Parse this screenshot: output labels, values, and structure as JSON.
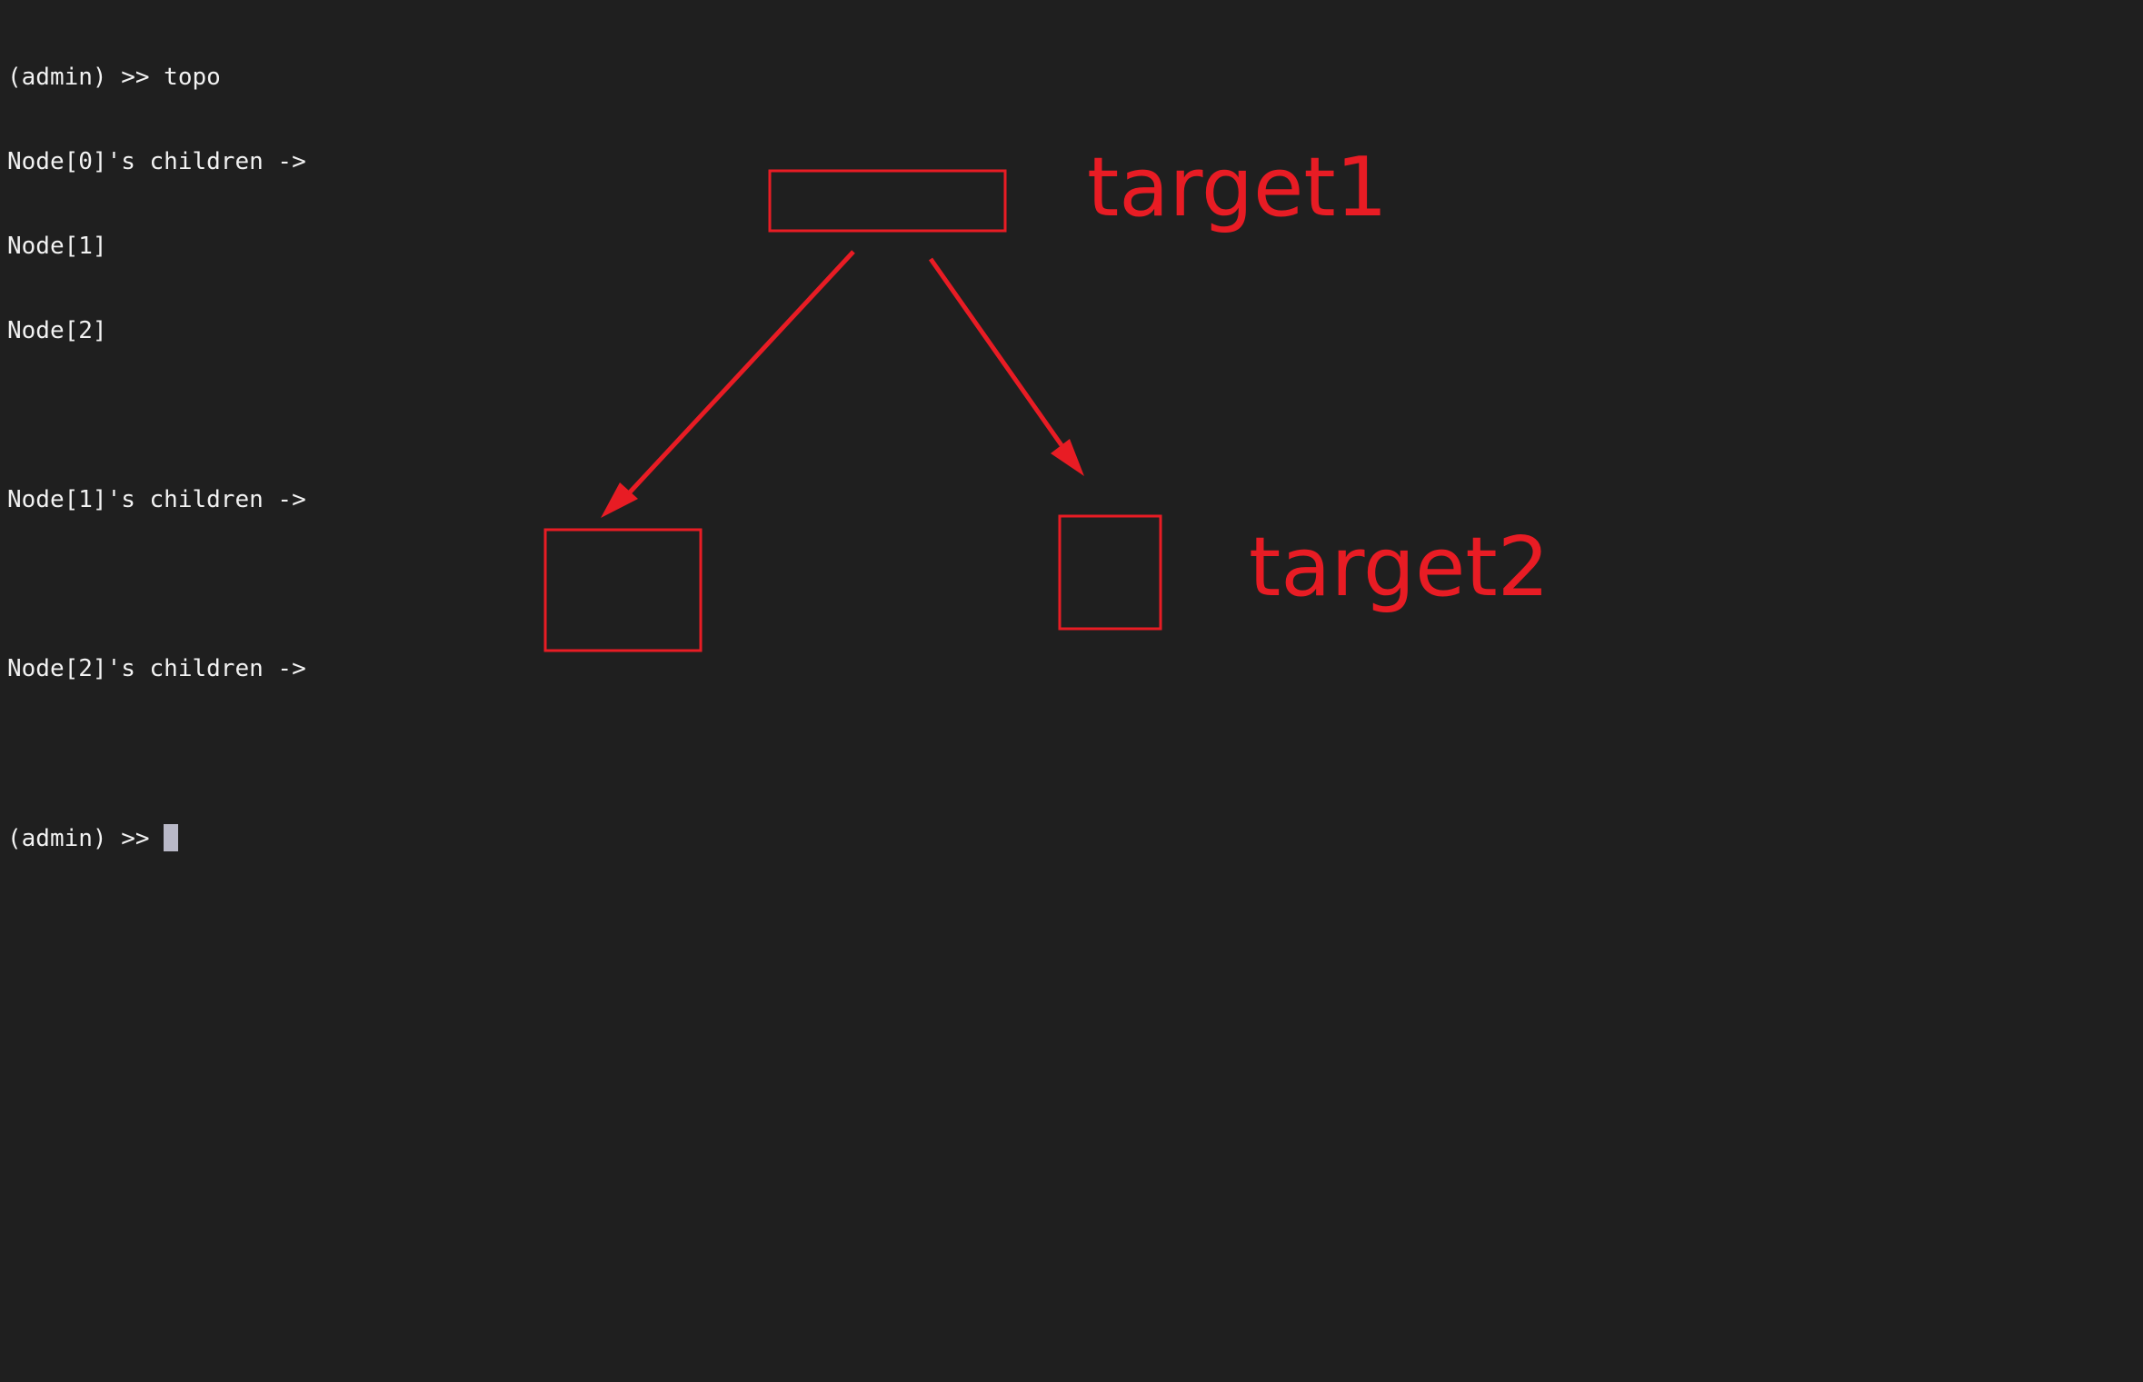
{
  "terminal": {
    "lines": [
      "(admin) >> topo",
      "Node[0]'s children ->",
      "Node[1]",
      "Node[2]",
      "",
      "Node[1]'s children ->",
      "",
      "Node[2]'s children ->",
      "",
      "(admin) >> "
    ]
  },
  "annotations": {
    "color": "#e81c24",
    "label_target1": "target1",
    "label_target2": "target2"
  }
}
